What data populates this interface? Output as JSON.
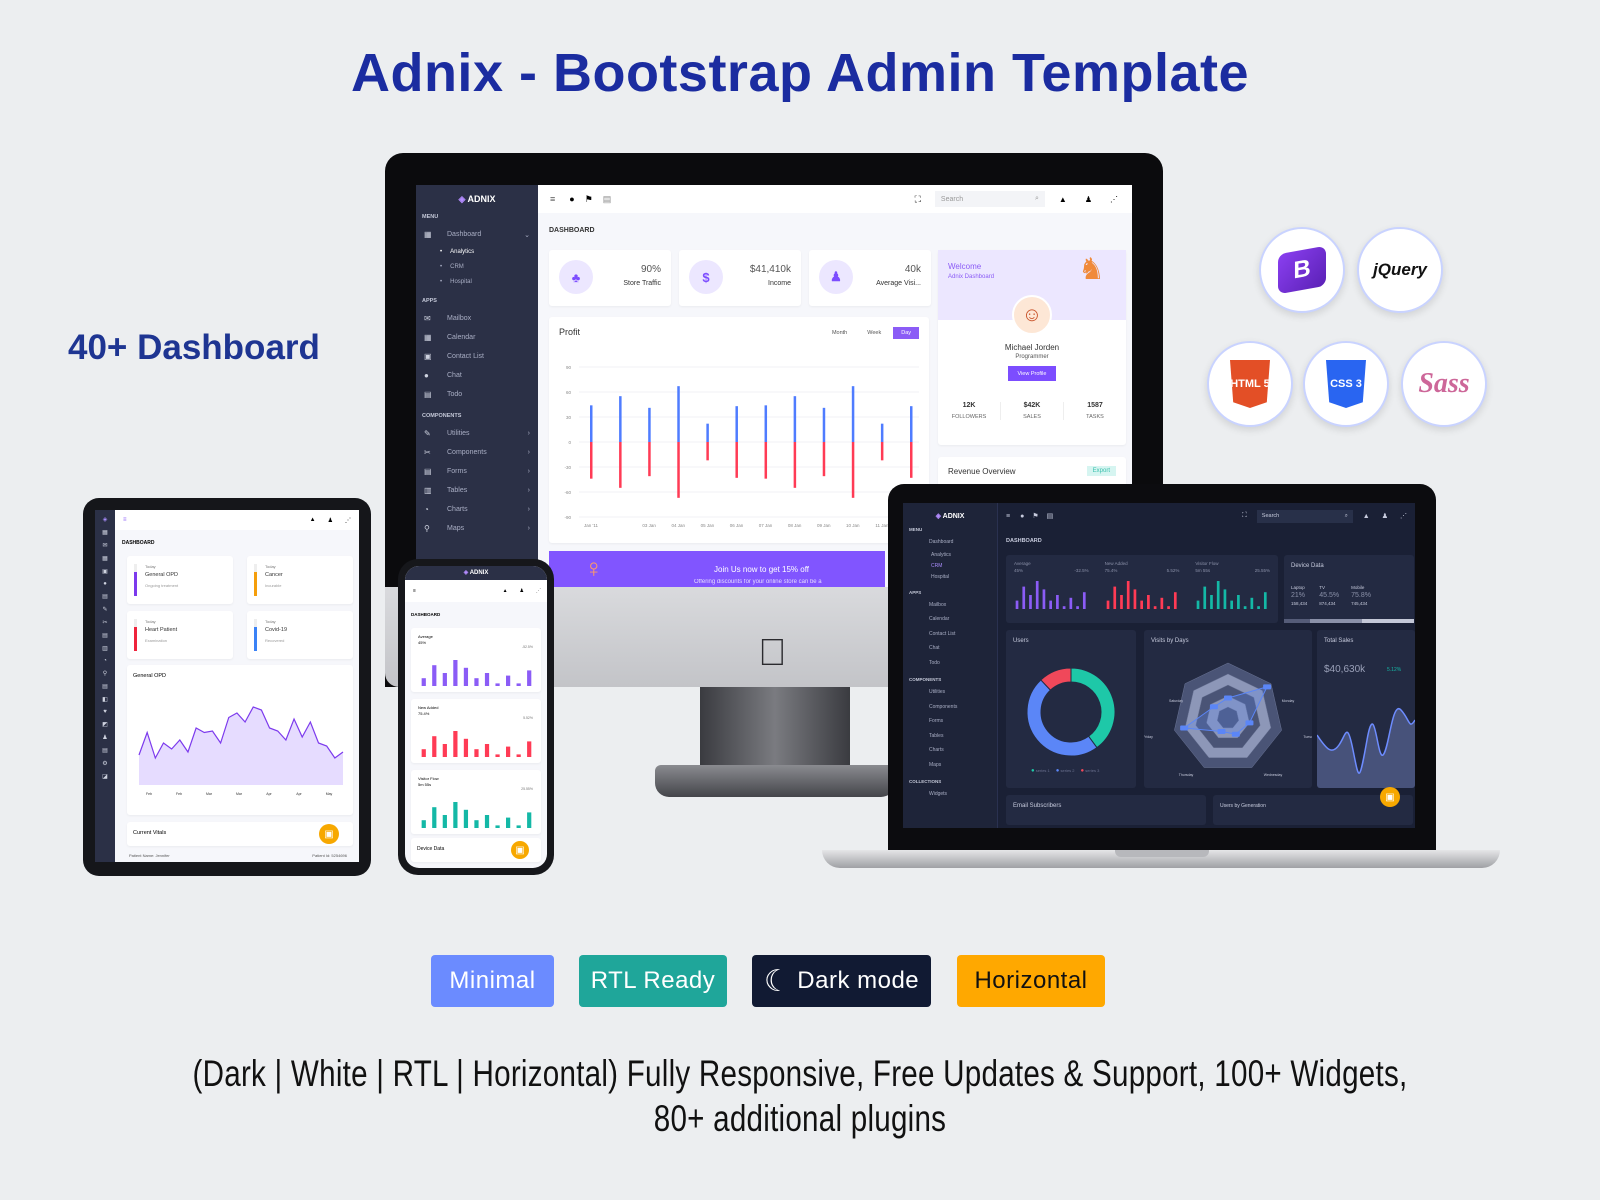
{
  "title": "Adnix - Bootstrap Admin Template",
  "dashboard_count": "40+ Dashboard",
  "logo": "ADNIX",
  "monitor": {
    "search_placeholder": "Search",
    "page_title": "DASHBOARD",
    "sidebar": {
      "sections": [
        {
          "title": "MENU",
          "items": [
            {
              "icon": "dashboard-icon",
              "glyph": "▦",
              "label": "Dashboard",
              "chevron": "⌄",
              "subs": [
                "Analytics",
                "CRM",
                "Hospital"
              ]
            }
          ]
        },
        {
          "title": "APPS",
          "items": [
            {
              "icon": "mailbox-icon",
              "glyph": "✉",
              "label": "Mailbox"
            },
            {
              "icon": "calendar-icon",
              "glyph": "▦",
              "label": "Calendar"
            },
            {
              "icon": "contact-list-icon",
              "glyph": "▣",
              "label": "Contact List"
            },
            {
              "icon": "chat-icon",
              "glyph": "●",
              "label": "Chat"
            },
            {
              "icon": "todo-icon",
              "glyph": "▤",
              "label": "Todo"
            }
          ]
        },
        {
          "title": "COMPONENTS",
          "items": [
            {
              "icon": "utilities-icon",
              "glyph": "✎",
              "label": "Utilities",
              "chevron": "›"
            },
            {
              "icon": "components-icon",
              "glyph": "✂",
              "label": "Components",
              "chevron": "›"
            },
            {
              "icon": "forms-icon",
              "glyph": "▤",
              "label": "Forms",
              "chevron": "›"
            },
            {
              "icon": "tables-icon",
              "glyph": "▥",
              "label": "Tables",
              "chevron": "›"
            },
            {
              "icon": "charts-icon",
              "glyph": "◔",
              "label": "Charts",
              "chevron": "›"
            },
            {
              "icon": "maps-icon",
              "glyph": "⚲",
              "label": "Maps",
              "chevron": "›"
            }
          ]
        }
      ]
    },
    "stats": [
      {
        "icon": "store-traffic-icon",
        "glyph": "♣",
        "value": "90%",
        "label": "Store Traffic"
      },
      {
        "icon": "dollar-icon",
        "glyph": "$",
        "value": "$41,410k",
        "label": "Income"
      },
      {
        "icon": "user-icon",
        "glyph": "♟",
        "value": "40k",
        "label": "Average Visi..."
      }
    ],
    "profit": {
      "title": "Profit",
      "tabs": [
        "Month",
        "Week",
        "Day"
      ],
      "active_tab": "Day"
    },
    "welcome": {
      "title": "Welcome",
      "subtitle": "Adnix Dashboard",
      "name": "Michael Jorden",
      "role": "Programmer",
      "button": "View Profile",
      "stats": [
        {
          "value": "12K",
          "label": "FOLLOWERS"
        },
        {
          "value": "$42K",
          "label": "SALES"
        },
        {
          "value": "1587",
          "label": "TASKS"
        }
      ]
    },
    "revenue": {
      "title": "Revenue Overview",
      "button": "Export"
    },
    "banner": {
      "text": "Join Us now to get 15% off",
      "subtext": "Offering discounts for your online store can be a"
    }
  },
  "chart_data": [
    {
      "type": "bar",
      "title": "Profit",
      "categories": [
        "Jan '11",
        "",
        "03 Jan",
        "04 Jan",
        "05 Jan",
        "06 Jan",
        "07 Jan",
        "08 Jan",
        "09 Jan",
        "10 Jan",
        "11 Jan",
        ""
      ],
      "series": [
        {
          "name": "positive",
          "color": "#4f7cff",
          "values": [
            44,
            55,
            41,
            67,
            22,
            43,
            44,
            55,
            41,
            67,
            22,
            43
          ]
        },
        {
          "name": "negative",
          "color": "#ff3b55",
          "values": [
            -44,
            -55,
            -41,
            -67,
            -22,
            -43,
            -44,
            -55,
            -41,
            -67,
            -22,
            -43
          ]
        }
      ],
      "yticks": [
        "90",
        "60",
        "30",
        "0",
        "-30",
        "-60",
        "-90"
      ],
      "ylim": [
        -90,
        90
      ]
    },
    {
      "type": "bar",
      "title": "Average",
      "values": [
        3,
        8,
        5,
        10,
        7,
        3,
        5,
        1,
        4,
        1,
        6
      ]
    },
    {
      "type": "pie",
      "title": "Users",
      "values": [
        40,
        48,
        12
      ],
      "labels": [
        "series 1",
        "series 2",
        "series 3"
      ]
    },
    {
      "type": "area",
      "title": "General OPD",
      "xlabels": [
        "Feb",
        "Feb",
        "Mar",
        "Mar",
        "Apr",
        "Apr",
        "May"
      ],
      "values": [
        20,
        35,
        18,
        28,
        24,
        30,
        22,
        38,
        35,
        36,
        28,
        45,
        48,
        42,
        52,
        50,
        38,
        36,
        30,
        44,
        32,
        42,
        28,
        26,
        18,
        22
      ]
    }
  ],
  "laptop": {
    "search_placeholder": "Search",
    "page_title": "DASHBOARD",
    "sidebar": [
      "Dashboard",
      "Analytics",
      "CRM",
      "Hospital",
      "Mailbox",
      "Calendar",
      "Contact List",
      "Chat",
      "Todo",
      "Utilities",
      "Components",
      "Forms",
      "Tables",
      "Charts",
      "Maps",
      "Widgets"
    ],
    "sections": [
      "MENU",
      "APPS",
      "COMPONENTS",
      "COLLECTIONS"
    ],
    "minis": [
      {
        "label": "Average",
        "value": "45%",
        "change": "-32.5%",
        "color": "#8b5cf6"
      },
      {
        "label": "New Added",
        "value": "75.4%",
        "change": "5.52%",
        "color": "#ff3b55"
      },
      {
        "label": "Visitor Flow",
        "value": "5m 55s",
        "change": "25.55%",
        "color": "#14b8a6"
      }
    ],
    "device": {
      "title": "Device Data",
      "items": [
        {
          "label": "Laptop",
          "pct": "21%",
          "count": "158,434"
        },
        {
          "label": "TV",
          "pct": "45.5%",
          "count": "874,434"
        },
        {
          "label": "Mobile",
          "pct": "75.8%",
          "count": "745,434"
        }
      ]
    },
    "users_title": "Users",
    "legend": [
      "series 1",
      "series 2",
      "series 3"
    ],
    "visits_title": "Visits by Days",
    "days": [
      "Saturday",
      "Monday",
      "Friday",
      "Tuesday",
      "Thursday",
      "Wednesday"
    ],
    "total_sales": {
      "title": "Total Sales",
      "value": "$40,630k",
      "change": "5.12%"
    },
    "email_title": "Email Subscribers",
    "gen_title": "Users by Generation"
  },
  "tablet": {
    "page_title": "DASHBOARD",
    "cards": [
      {
        "small": "Today",
        "title": "General OPD",
        "sub": "Ongoing treatment",
        "color": "#7c3aed"
      },
      {
        "small": "Today",
        "title": "Cancer",
        "sub": "Incurable",
        "color": "#f59e0b"
      },
      {
        "small": "Today",
        "title": "Heart Patient",
        "sub": "Examination",
        "color": "#ef233c"
      },
      {
        "small": "Today",
        "title": "Covid-19",
        "sub": "Recovered",
        "color": "#3b82f6"
      }
    ],
    "chart_title": "General OPD",
    "vitals": "Current Vitals",
    "patient": "Patient Name: Jennifer",
    "patient_id": "Patient Id: 5254696"
  },
  "phone": {
    "page_title": "DASHBOARD",
    "cards": [
      {
        "label": "Average",
        "value": "45%",
        "change": "-52.5%",
        "color": "#8b5cf6"
      },
      {
        "label": "New Added",
        "value": "75.4%",
        "change": "5.52%",
        "color": "#ff3b55"
      },
      {
        "label": "Visitor Flow",
        "value": "5m 55s",
        "change": "25.55%",
        "color": "#14b8a6"
      }
    ],
    "device": "Device Data"
  },
  "tech": [
    {
      "name": "bootstrap",
      "label": "B"
    },
    {
      "name": "jquery",
      "label": "jQuery"
    },
    {
      "name": "html5",
      "label": "HTML 5"
    },
    {
      "name": "css3",
      "label": "CSS 3"
    },
    {
      "name": "sass",
      "label": "Sass"
    }
  ],
  "features": [
    {
      "label": "Minimal",
      "color": "#6b8bff"
    },
    {
      "label": "RTL Ready",
      "color": "#1fa69a"
    },
    {
      "label": "Dark mode",
      "color": "#111a33"
    },
    {
      "label": "Horizontal",
      "color": "#ffa800"
    }
  ],
  "footer": {
    "line1": "(Dark | White | RTL | Horizontal)  Fully Responsive, Free Updates & Support, 100+ Widgets,",
    "line2": "80+ additional plugins"
  }
}
